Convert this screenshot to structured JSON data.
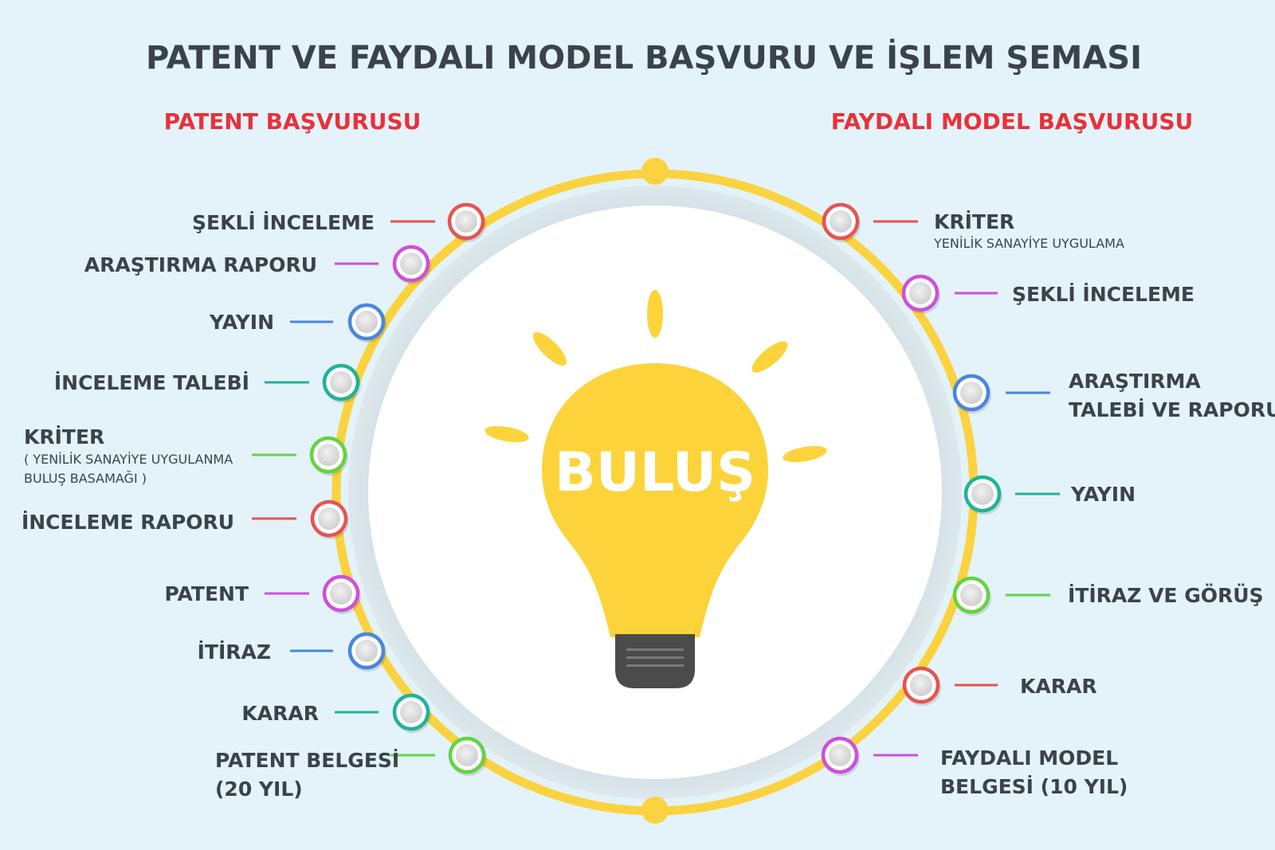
{
  "title": "PATENT VE FAYDALI MODEL BAŞVURU VE İŞLEM ŞEMASI",
  "left_heading": "PATENT BAŞVURUSU",
  "right_heading": "FAYDALI MODEL BAŞVURUSU",
  "center_label": "BULUŞ",
  "colors": {
    "background": "#e3f3f9",
    "title": "#3a434b",
    "heading": "#e8313b",
    "ring": "#fbd23f",
    "bulb": "#fdd33b",
    "red": "#e8534f",
    "magenta": "#cf4fd9",
    "blue": "#4a86dd",
    "teal": "#1fb39a",
    "green": "#63d343"
  },
  "left_steps": [
    {
      "label": "ŞEKLİ İNCELEME",
      "color": "red"
    },
    {
      "label": "ARAŞTIRMA RAPORU",
      "color": "magenta"
    },
    {
      "label": "YAYIN",
      "color": "blue"
    },
    {
      "label": "İNCELEME TALEBİ",
      "color": "teal"
    },
    {
      "label": "KRİTER",
      "sub": [
        "( YENİLİK SANAYİYE UYGULANMA",
        "BULUŞ BASAMAĞI )"
      ],
      "color": "green"
    },
    {
      "label": "İNCELEME RAPORU",
      "color": "red"
    },
    {
      "label": "PATENT",
      "color": "magenta"
    },
    {
      "label": "İTİRAZ",
      "color": "blue"
    },
    {
      "label": "KARAR",
      "color": "teal"
    },
    {
      "label": "PATENT BELGESİ",
      "label2": "(20 YIL)",
      "color": "green"
    }
  ],
  "right_steps": [
    {
      "label": "KRİTER",
      "sub": [
        "YENİLİK SANAYİYE UYGULAMA"
      ],
      "color": "red"
    },
    {
      "label": "ŞEKLİ İNCELEME",
      "color": "magenta"
    },
    {
      "label": "ARAŞTIRMA",
      "label2": "TALEBİ VE RAPORU",
      "color": "blue"
    },
    {
      "label": "YAYIN",
      "color": "teal"
    },
    {
      "label": "İTİRAZ VE GÖRÜŞ",
      "color": "green"
    },
    {
      "label": "KARAR",
      "color": "red"
    },
    {
      "label": "FAYDALI MODEL",
      "label2": "BELGESİ (10 YIL)",
      "color": "magenta"
    }
  ]
}
